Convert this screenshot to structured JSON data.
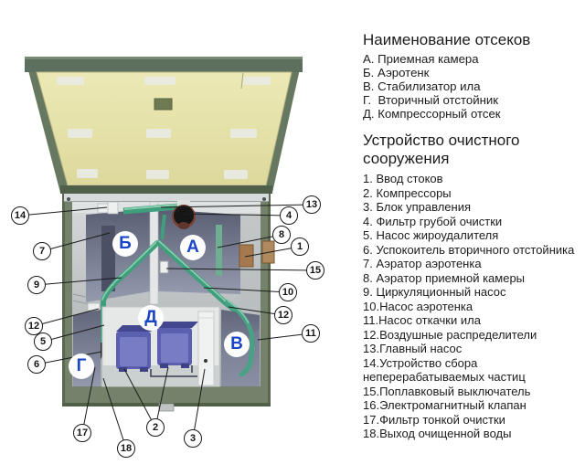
{
  "legend": {
    "compartments_title": "Наименование отсеков",
    "compartments": [
      "А. Приемная камера",
      "Б. Аэротенк",
      "В. Стабилизатор ила",
      "Г.  Вторичный отстойник",
      "Д. Компрессорный отсек"
    ],
    "device_title": "Устройство очистного сооружения",
    "devices": [
      "1. Ввод стоков",
      "2. Компрессоры",
      "3. Блок управления",
      "4. Фильтр грубой очистки",
      "5. Насос жироудалителя",
      "6. Успокоитель вторичного отстойника",
      "7. Аэратор аэротенка",
      "8. Аэратор приемной камеры",
      "9. Циркуляционный насос",
      "10.Насос аэротенка",
      "11.Насос откачки ила",
      "12.Воздушные распределители",
      "13.Главный насос",
      "14.Устройство сбора\nнеперерабатываемых частиц",
      "15.Поплавковый выключатель",
      "16.Электромагнитный клапан",
      "17.Фильтр тонкой очистки",
      "18.Выход очищенной воды"
    ]
  },
  "diagram": {
    "letters": [
      "А",
      "Б",
      "В",
      "Г",
      "Д"
    ],
    "callouts": [
      "1",
      "2",
      "3",
      "4",
      "5",
      "6",
      "7",
      "8",
      "9",
      "10",
      "11",
      "12",
      "12",
      "13",
      "14",
      "15",
      "17",
      "18"
    ],
    "colors": {
      "lid_frame_green": "#5d7060",
      "lid_panel_yellow": "#eae7b0",
      "tank_wall_green": "#74826b",
      "compartment_blue_gray": "#666b80",
      "pipe_green": "#3f9e7c",
      "compressor_blue": "#5b5fb0",
      "inlet_brown": "#a5794d",
      "letter_blue": "#1a46c6",
      "text": "#1c1c1c"
    }
  }
}
